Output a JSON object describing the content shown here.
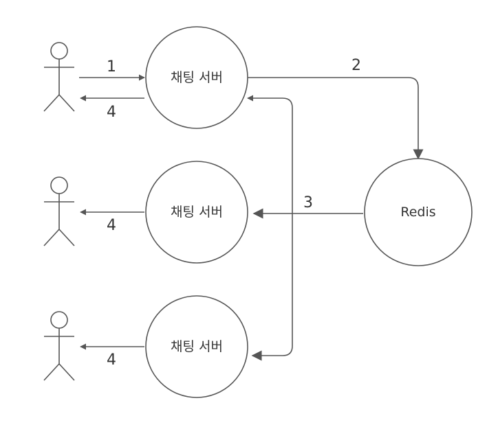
{
  "diagram": {
    "nodes": {
      "chat_server_1": "채팅 서버",
      "chat_server_2": "채팅 서버",
      "chat_server_3": "채팅 서버",
      "redis": "Redis"
    },
    "edges": {
      "user1_to_server1": "1",
      "server1_to_redis": "2",
      "redis_to_servers": "3",
      "server1_to_user1": "4",
      "server2_to_user2": "4",
      "server3_to_user3": "4"
    }
  },
  "colors": {
    "stroke": "#555555",
    "text": "#333333",
    "background": "#ffffff"
  }
}
